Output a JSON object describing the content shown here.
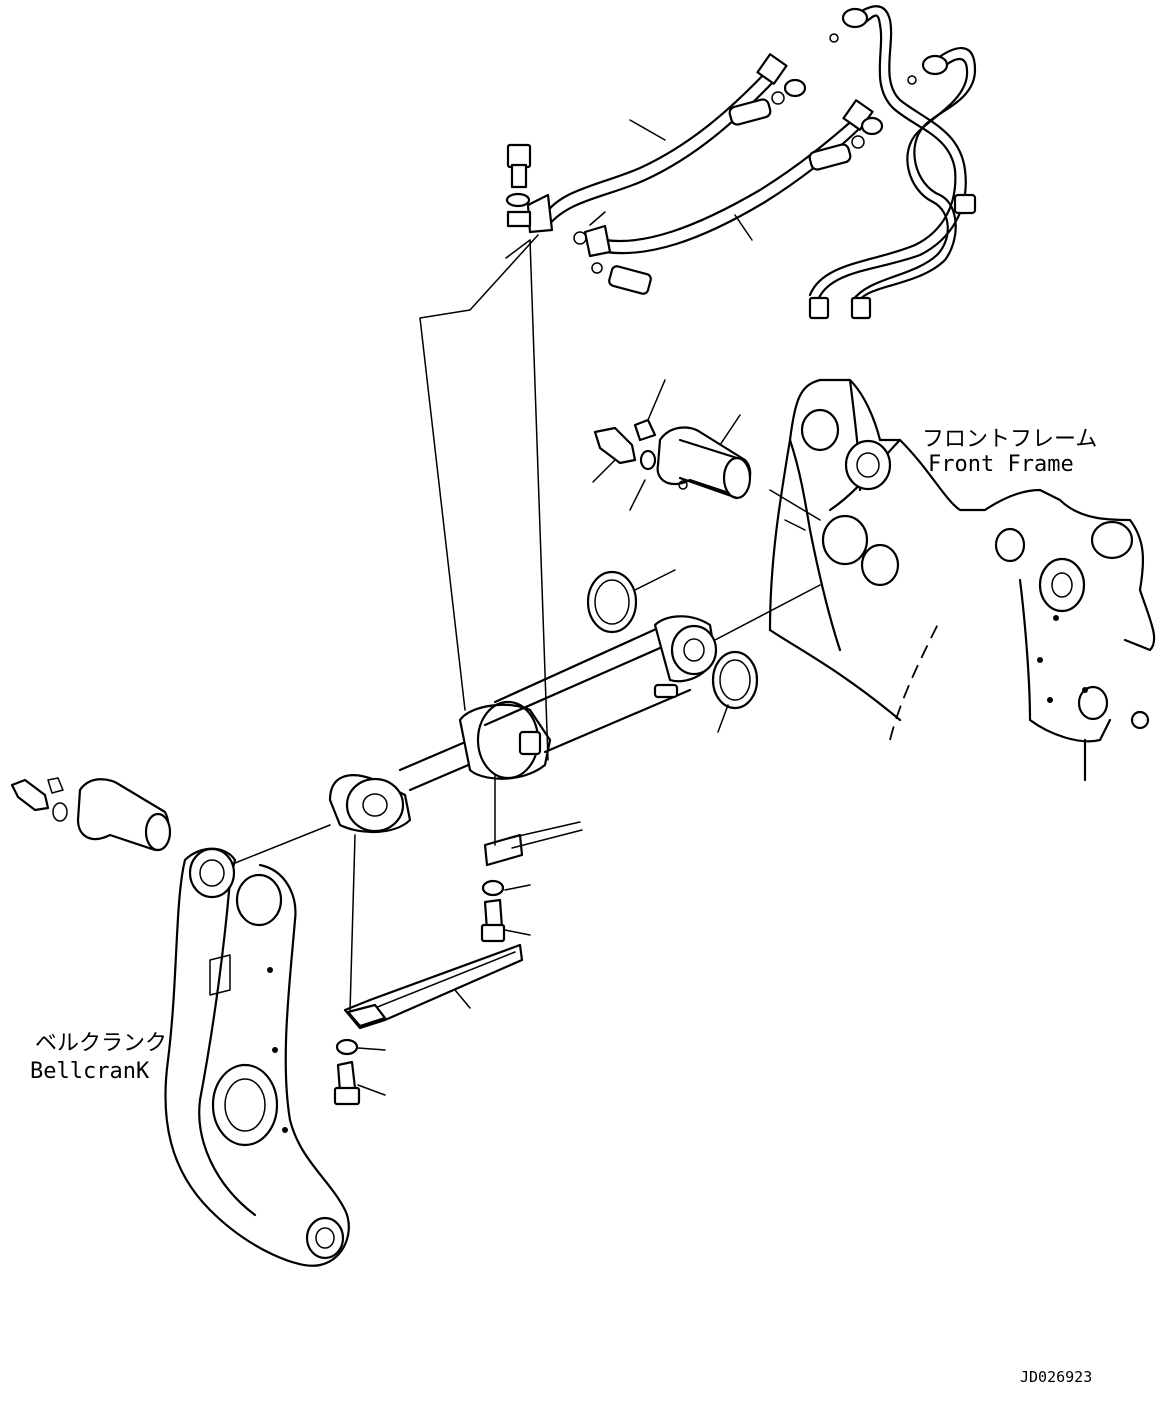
{
  "labels": {
    "front_frame_jp": "フロントフレーム",
    "front_frame_en": "Front Frame",
    "bellcrank_jp": "ベルクランク",
    "bellcrank_en": "BellcranK"
  },
  "drawing_code": "JD026923",
  "colors": {
    "line": "#000000",
    "background": "#ffffff"
  }
}
